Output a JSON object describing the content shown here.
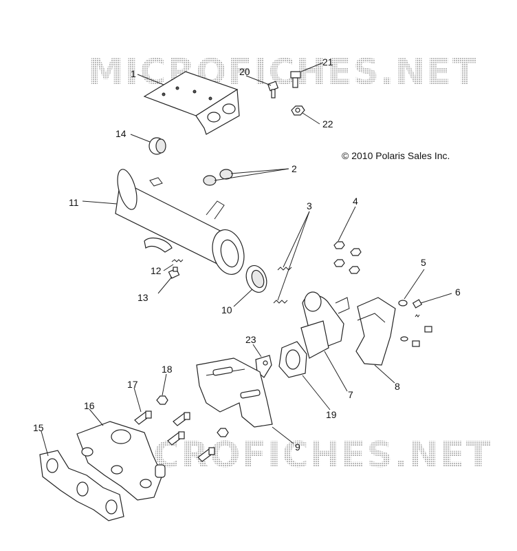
{
  "watermarks": [
    "MICROFICHES.NET",
    "MICROFICHES.NET"
  ],
  "copyright": "© 2010 Polaris Sales Inc.",
  "callouts": [
    "1",
    "2",
    "3",
    "4",
    "5",
    "6",
    "7",
    "8",
    "9",
    "10",
    "11",
    "12",
    "13",
    "14",
    "15",
    "16",
    "17",
    "18",
    "19",
    "20",
    "21",
    "22",
    "23"
  ]
}
